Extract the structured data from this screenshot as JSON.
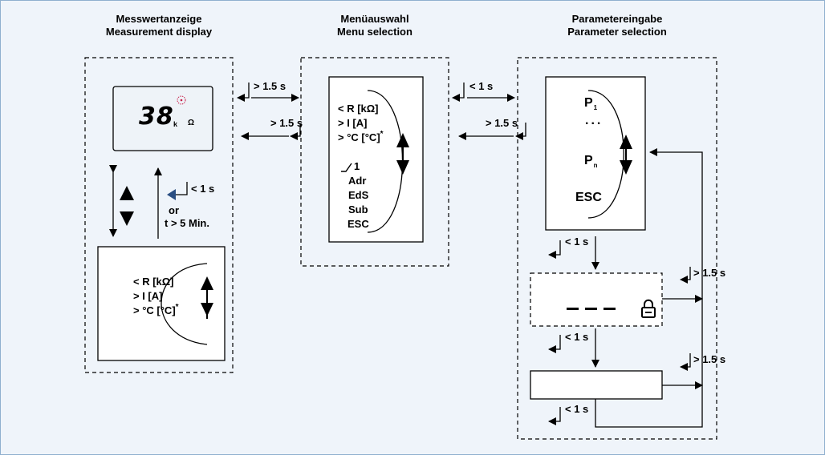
{
  "headers": {
    "measurement_de": "Messwertanzeige",
    "measurement_en": "Measurement display",
    "menu_de": "Menüauswahl",
    "menu_en": "Menu selection",
    "param_de": "Parametereingabe",
    "param_en": "Parameter selection"
  },
  "lcd": {
    "value": "38",
    "unit_prefix": "k",
    "unit": "Ω"
  },
  "measurement_list": [
    "< R  [kΩ]",
    "> I   [A]",
    "> °C [°C]"
  ],
  "measurement_list_asterisk": "*",
  "menu_list": {
    "r": "<  R [kΩ]",
    "i": ">   I [A]",
    "c": ">  °C [°C]",
    "c_asterisk": "*",
    "relay": "1",
    "adr": "Adr",
    "eds": "EdS",
    "sub": "Sub",
    "esc": "ESC"
  },
  "params": {
    "p1": "P",
    "p1_sub": "1",
    "dots": "...",
    "pn": "P",
    "pn_sub": "n",
    "esc": "ESC"
  },
  "timing": {
    "gt15": "> 1.5 s",
    "lt1": "< 1 s",
    "or": "or",
    "timeout": "t > 5 Min."
  },
  "colors": {
    "background": "#eff4fa",
    "frame": "#8fb0cf",
    "lcd_bg": "#eef3f8",
    "lcd_dot": "#c8204a",
    "stroke": "#000000"
  }
}
